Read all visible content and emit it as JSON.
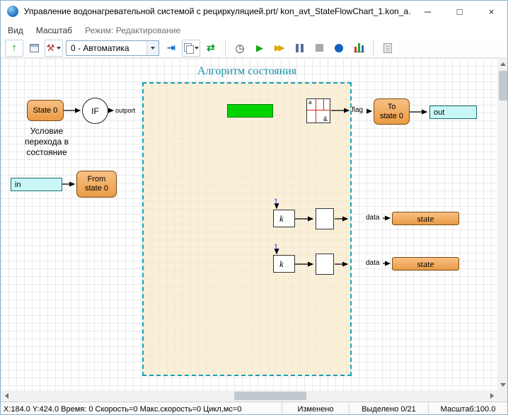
{
  "window": {
    "title": "Управление водонагревательной системой с рециркуляцией.prt/ kon_avt_StateFlowChart_1.kon_a…",
    "icons": {
      "minimize": "─",
      "maximize": "□",
      "close": "×"
    }
  },
  "menu": {
    "items": [
      {
        "label": "Вид"
      },
      {
        "label": "Масштаб"
      },
      {
        "label": "Режим: Редактирование"
      }
    ]
  },
  "toolbar": {
    "mode_value": "0 - Автоматика",
    "icons": {
      "up": "↑",
      "tools": "⚒",
      "step": "⇥",
      "swap": "⇄",
      "timer": "◷",
      "play": "▶",
      "skip": "▶▶"
    }
  },
  "canvas": {
    "title": "Алгоритм состояния",
    "blocks": {
      "state0": "State 0",
      "if": "IF",
      "outport": "outport",
      "note": "Условие\nперехода в\nсостояние",
      "in": "in",
      "from": "From\nstate 0",
      "table_a": "a",
      "table_amp": "&",
      "flag": "flag",
      "to": "To\nstate 0",
      "out": "out",
      "gain1_coef": "1",
      "gain1_k": "k",
      "gain2_coef": "1",
      "gain2_k": "k",
      "data1": "data",
      "state1": "state",
      "data2": "data",
      "state2": "state"
    },
    "colors": {
      "accent_teal": "#17a2b8",
      "block_orange": "#f2a85e",
      "port_cyan": "#c9f7f7",
      "signal_green": "#00d300",
      "frame_fill": "#faf0da"
    }
  },
  "statusbar": {
    "position": "X:184.0  Y:424.0 Время: 0 Скорость=0 Макс.скорость=0 Цикл,мс=0",
    "modified": "Изменено",
    "selected": "Выделено 0/21",
    "zoom": "Масштаб:100.0"
  }
}
